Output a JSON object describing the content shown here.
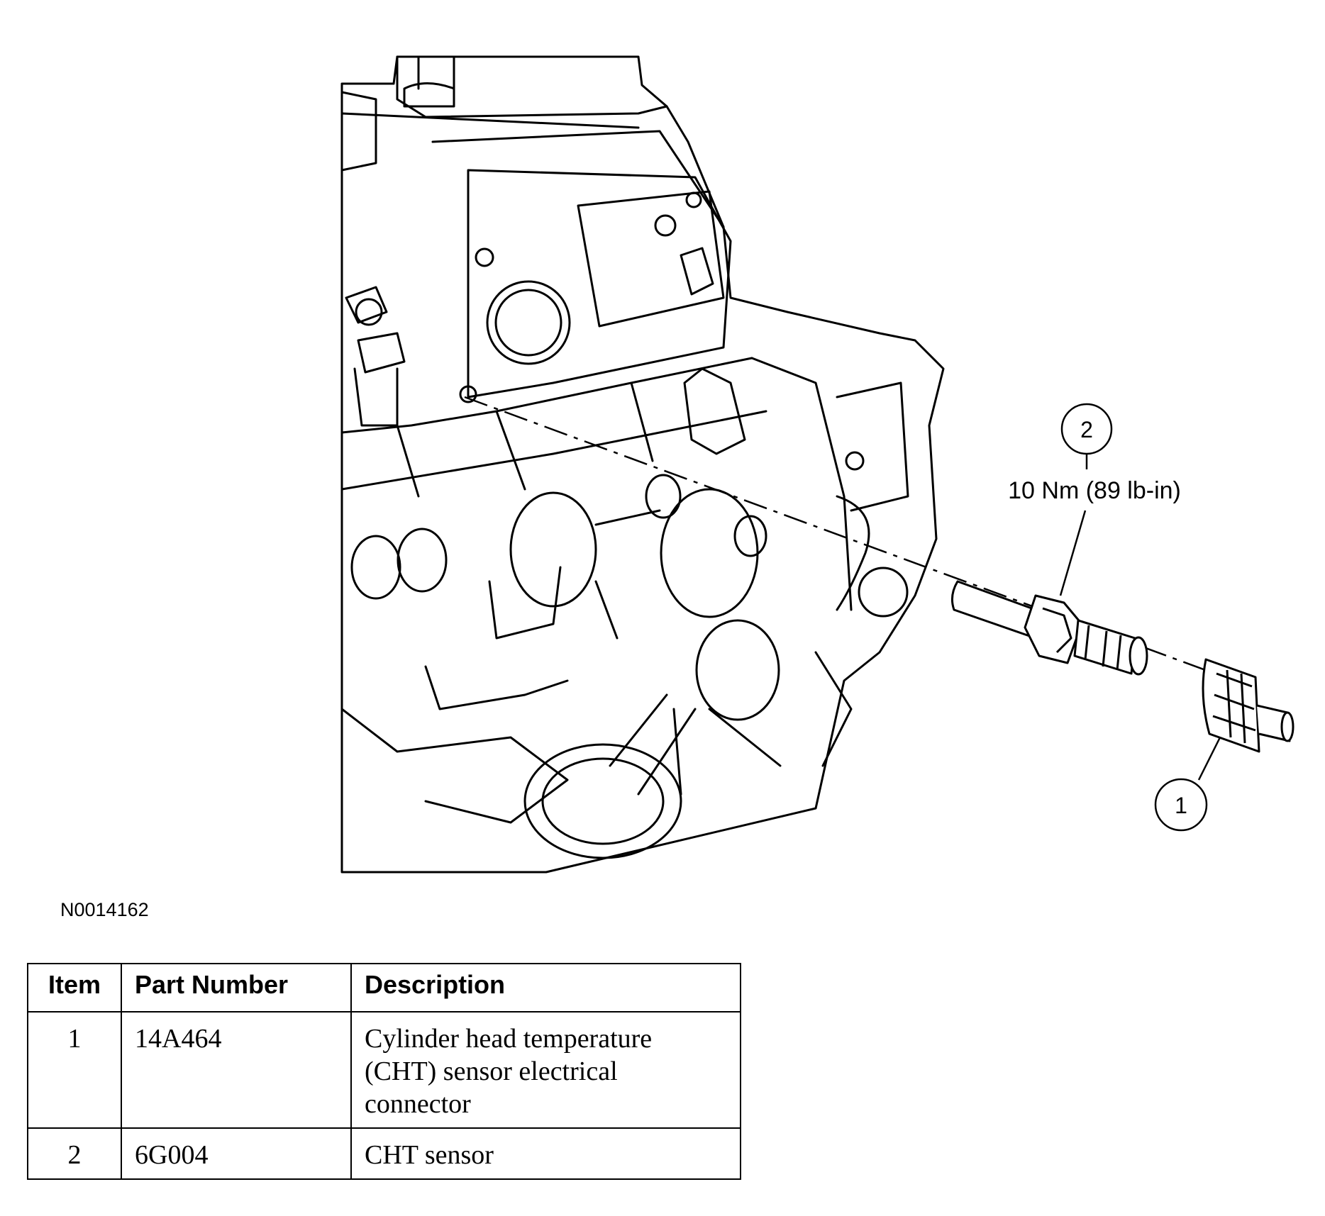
{
  "figure": {
    "callouts": [
      {
        "number": "2",
        "torque": "10 Nm (89 lb-in)"
      },
      {
        "number": "1"
      }
    ],
    "figure_code": "N0014162"
  },
  "parts_table": {
    "headers": {
      "item": "Item",
      "part_number": "Part Number",
      "description": "Description"
    },
    "rows": [
      {
        "item": "1",
        "part_number": "14A464",
        "description": "Cylinder head temperature (CHT) sensor electrical connector"
      },
      {
        "item": "2",
        "part_number": "6G004",
        "description": "CHT sensor"
      }
    ]
  }
}
